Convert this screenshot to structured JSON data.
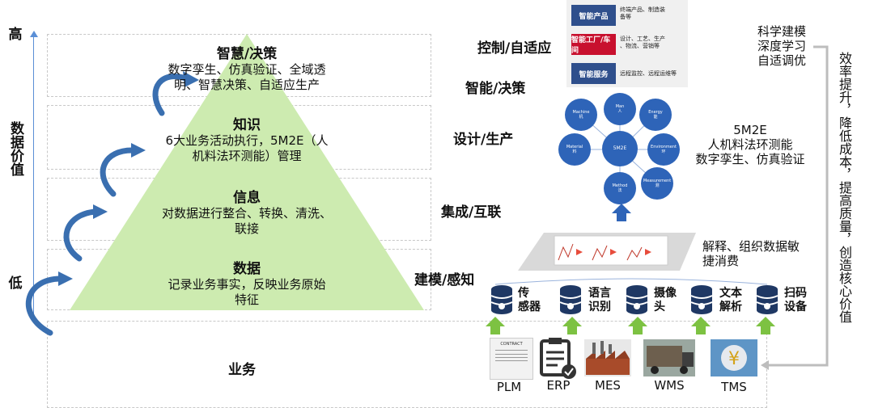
{
  "y_axis": {
    "high": "高",
    "title": "数据价值",
    "low": "低"
  },
  "pyramid": {
    "levels": [
      {
        "title": "智慧/决策",
        "desc1": "数字孪生、仿真验证、全域透",
        "desc2": "明、智慧决策、自适应生产",
        "stage": "控制/自适应",
        "stage2": "智能/决策"
      },
      {
        "title": "知识",
        "desc1": "6大业务活动执行，5M2E（人",
        "desc2": "机料法环测能）管理",
        "stage": "设计/生产"
      },
      {
        "title": "信息",
        "desc1": "对数据进行整合、转换、清洗、",
        "desc2": "联接",
        "stage": "集成/互联"
      },
      {
        "title": "数据",
        "desc1": "记录业务事实，反映业务原始",
        "desc2": "特征",
        "stage": "建模/感知"
      }
    ],
    "base": "业务",
    "colors": {
      "pyramid": "#cdebb0",
      "arrow": "#3a6fb0"
    }
  },
  "services": [
    {
      "label": "智能产品",
      "note1": "终端产品、制造装",
      "note2": "备等",
      "color": "#2f4f8c"
    },
    {
      "label": "智能工厂/车间",
      "note1": "设计、工艺、生产",
      "note2": "、物流、营销等",
      "color": "#c8102e"
    },
    {
      "label": "智能服务",
      "note1": "远程监控、远程运维等",
      "note2": "",
      "color": "#2f4f8c"
    }
  ],
  "network": {
    "nodes": [
      {
        "en": "Machine",
        "cn": "机"
      },
      {
        "en": "Man",
        "cn": "人"
      },
      {
        "en": "Energy",
        "cn": "能"
      },
      {
        "en": "Material",
        "cn": "料"
      },
      {
        "en": "5M2E",
        "cn": ""
      },
      {
        "en": "Environment",
        "cn": "环"
      },
      {
        "en": "Method",
        "cn": "法"
      },
      {
        "en": "Measurement",
        "cn": "测"
      }
    ],
    "desc1": "5M2E",
    "desc2": "人机料法环测能",
    "desc3": "数字孪生、仿真验证"
  },
  "right_top": {
    "l1": "科学建模",
    "l2": "深度学习",
    "l3": "自适调优"
  },
  "right_vertical": "效率提升，降低成本，提高质量，创造核心价值",
  "analytics_note": {
    "l1": "解释、组织数据敏",
    "l2": "捷消费"
  },
  "sensors": [
    {
      "label1": "传",
      "label2": "感器"
    },
    {
      "label1": "语言",
      "label2": "识别"
    },
    {
      "label1": "摄像",
      "label2": "头"
    },
    {
      "label1": "文本",
      "label2": "解析"
    },
    {
      "label1": "扫码",
      "label2": "设备"
    }
  ],
  "systems": [
    {
      "label": "PLM",
      "img_text": "CONTRACT"
    },
    {
      "label": "ERP"
    },
    {
      "label": "MES"
    },
    {
      "label": "WMS"
    },
    {
      "label": "TMS"
    }
  ]
}
